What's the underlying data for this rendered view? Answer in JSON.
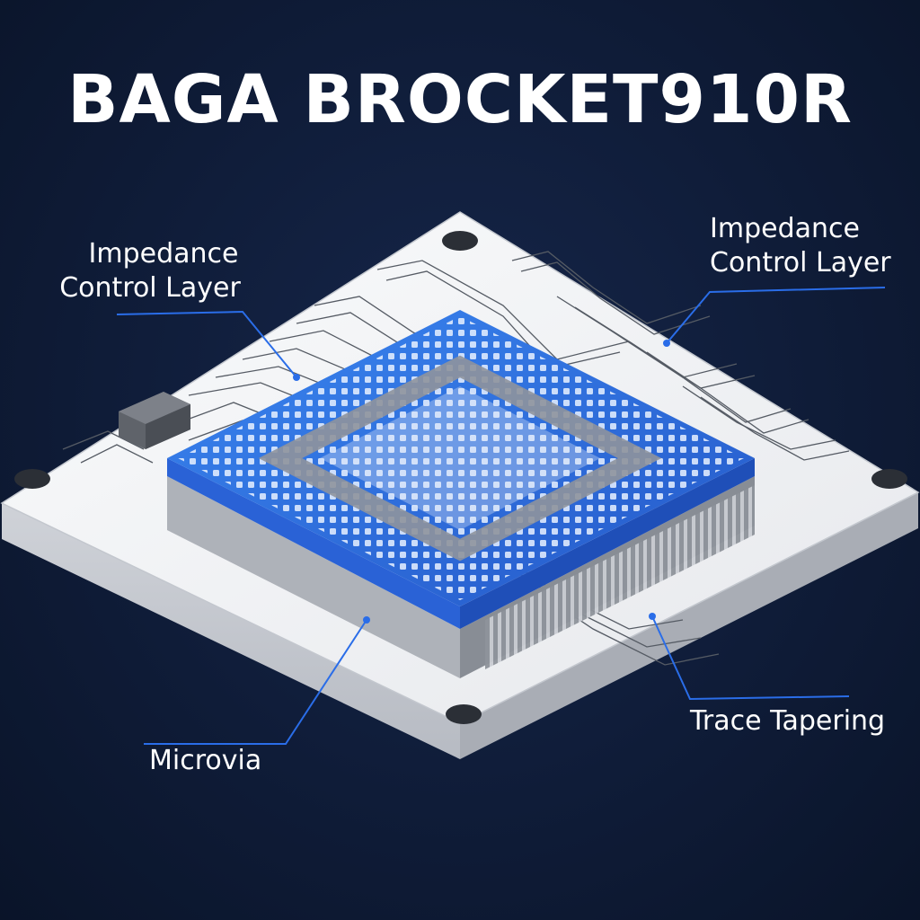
{
  "title": "BAGA BROCKET910R",
  "labels": {
    "left_top_line1": "Impedance",
    "left_top_line2": "Control Layer",
    "right_top_line1": "Impedance",
    "right_top_line2": "Control Layer",
    "bottom_left": "Microvia",
    "bottom_right": "Trace Tapering"
  },
  "colors": {
    "background": "#0f1c38",
    "board": "#f1f2f4",
    "chip_blue": "#2f6fe0",
    "leader": "#2a6de8",
    "text": "#ffffff"
  }
}
